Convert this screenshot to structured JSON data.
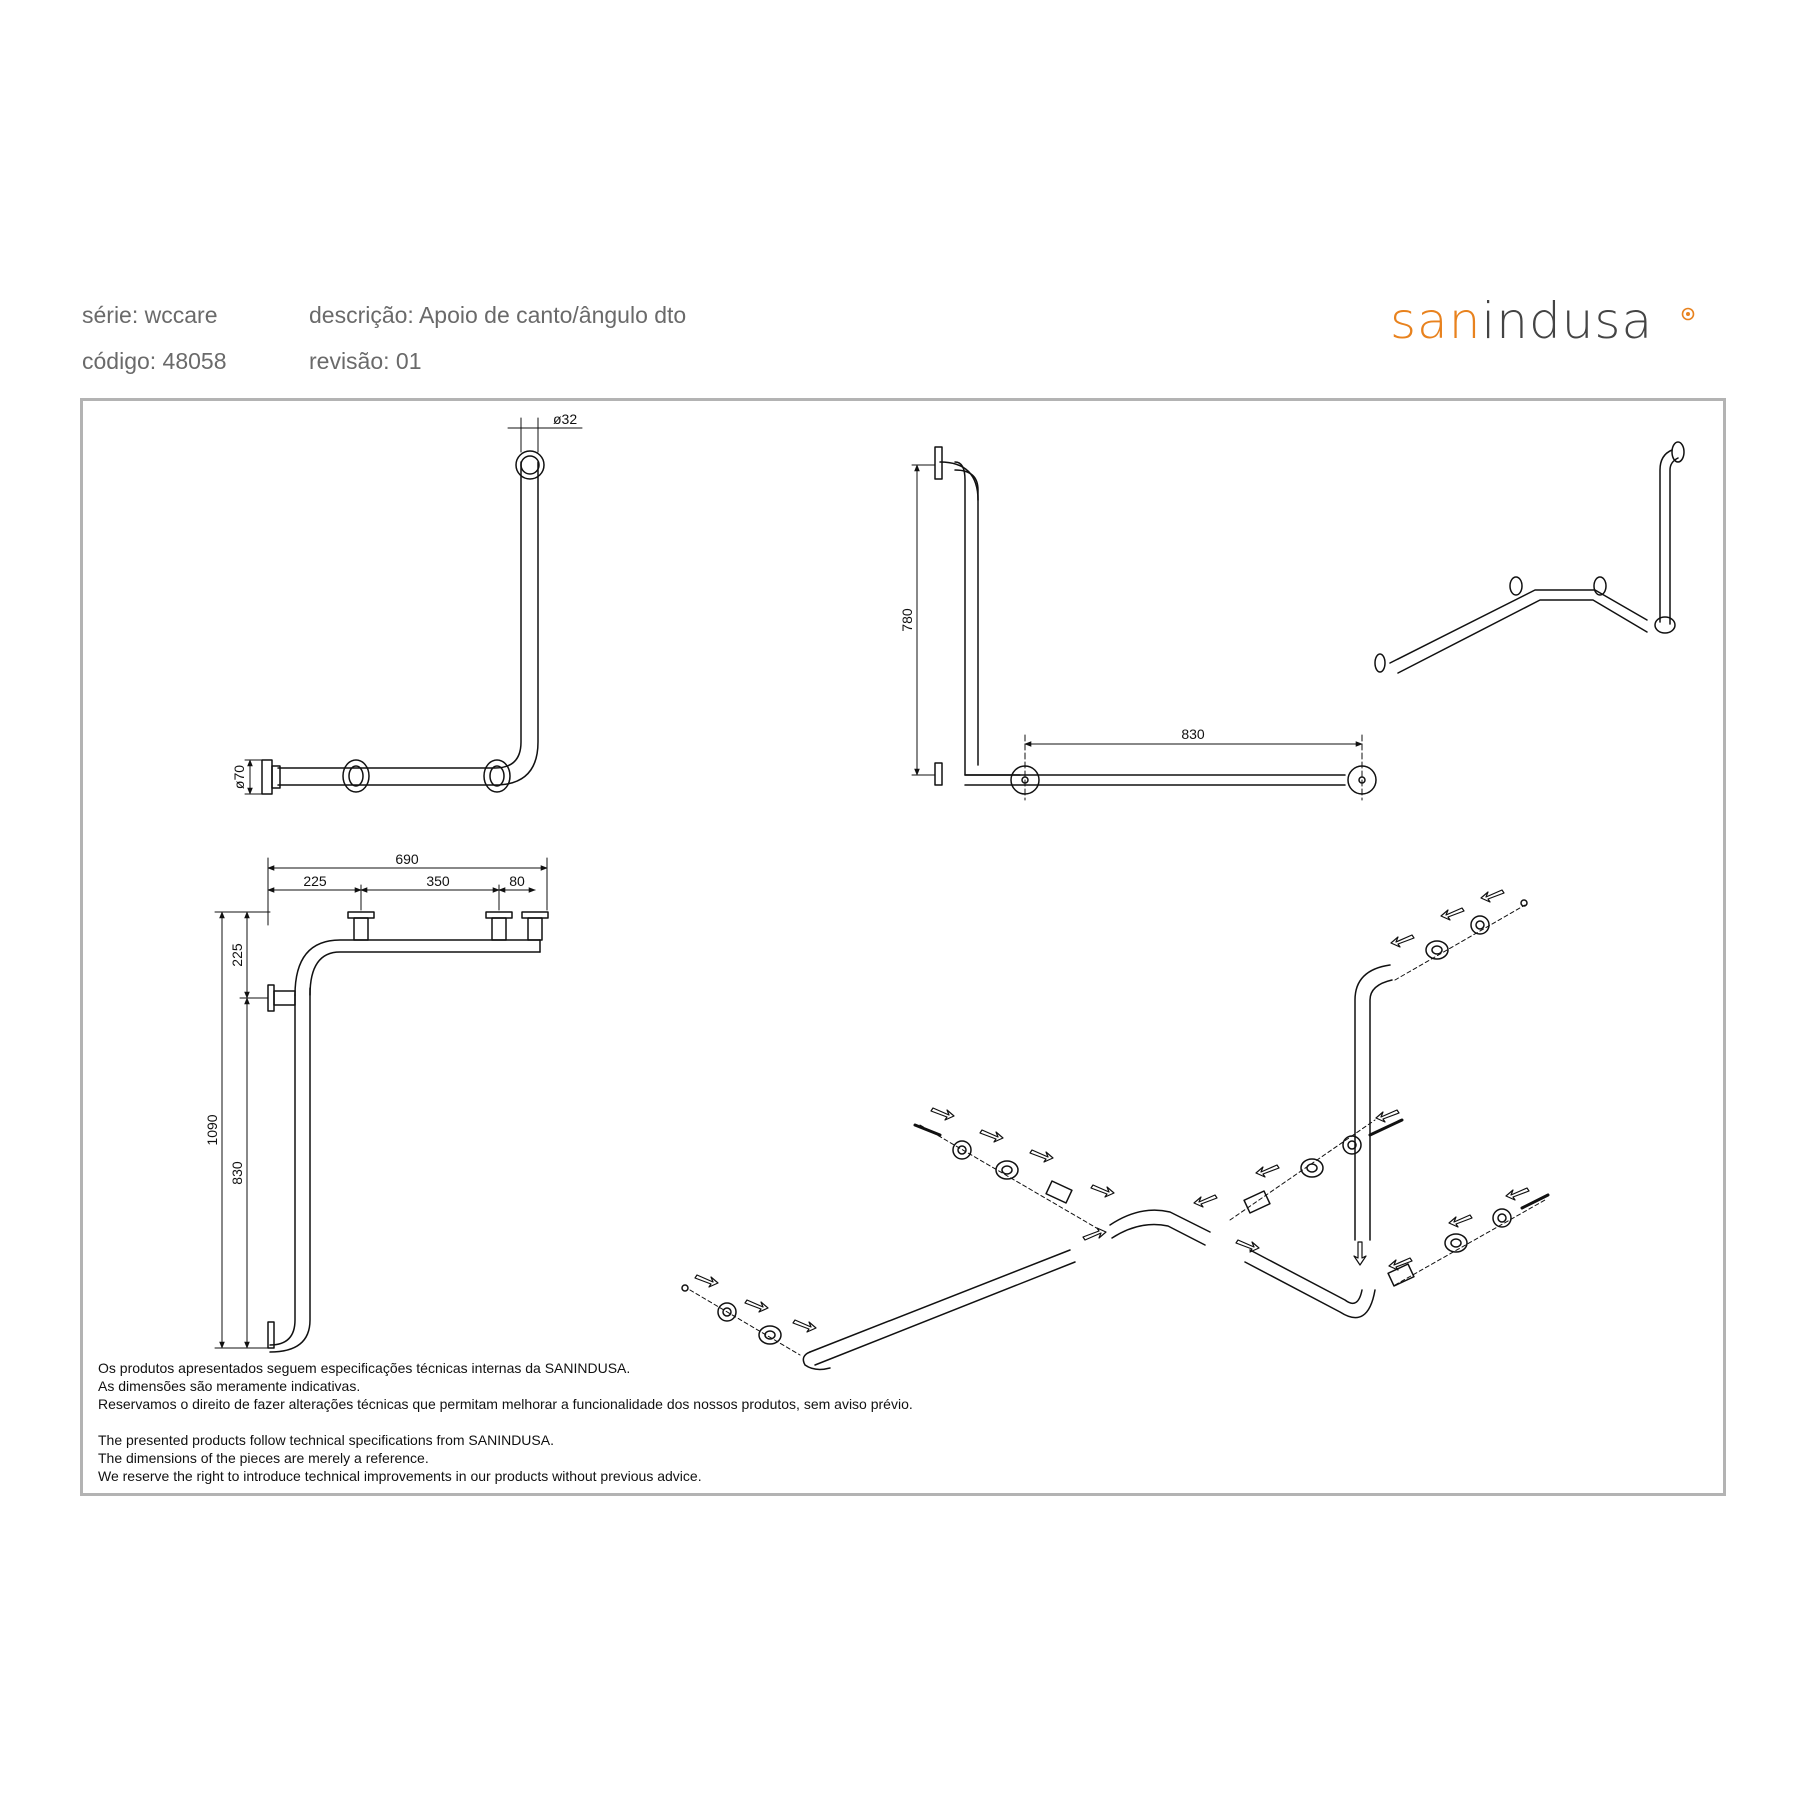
{
  "header": {
    "series": "série: wccare",
    "code": "código: 48058",
    "description": "descrição: Apoio de canto/ângulo dto",
    "revision": "revisão: 01"
  },
  "logo": {
    "text_accent": "san",
    "text_main": "indusa",
    "accent_color": "#e8821e",
    "main_color": "#444444"
  },
  "dimensions": {
    "front_diameter": "ø32",
    "front_flange": "ø70",
    "side_height": "780",
    "side_width": "830",
    "top_total": "690",
    "top_seg1": "225",
    "top_seg2": "350",
    "top_seg3": "80",
    "top_depth": "225",
    "top_length_total": "1090",
    "top_length_inner": "830"
  },
  "notes": {
    "pt_line1": "Os produtos apresentados seguem especificações técnicas internas da SANINDUSA.",
    "pt_line2": "As dimensões são meramente indicativas.",
    "pt_line3": "Reservamos o direito de fazer alterações técnicas que permitam melhorar a funcionalidade dos nossos produtos, sem aviso prévio.",
    "en_line1": "The presented products follow technical specifications from SANINDUSA.",
    "en_line2": "The dimensions of the pieces are merely a reference.",
    "en_line3": "We reserve the right to introduce technical improvements in our products without previous advice."
  }
}
